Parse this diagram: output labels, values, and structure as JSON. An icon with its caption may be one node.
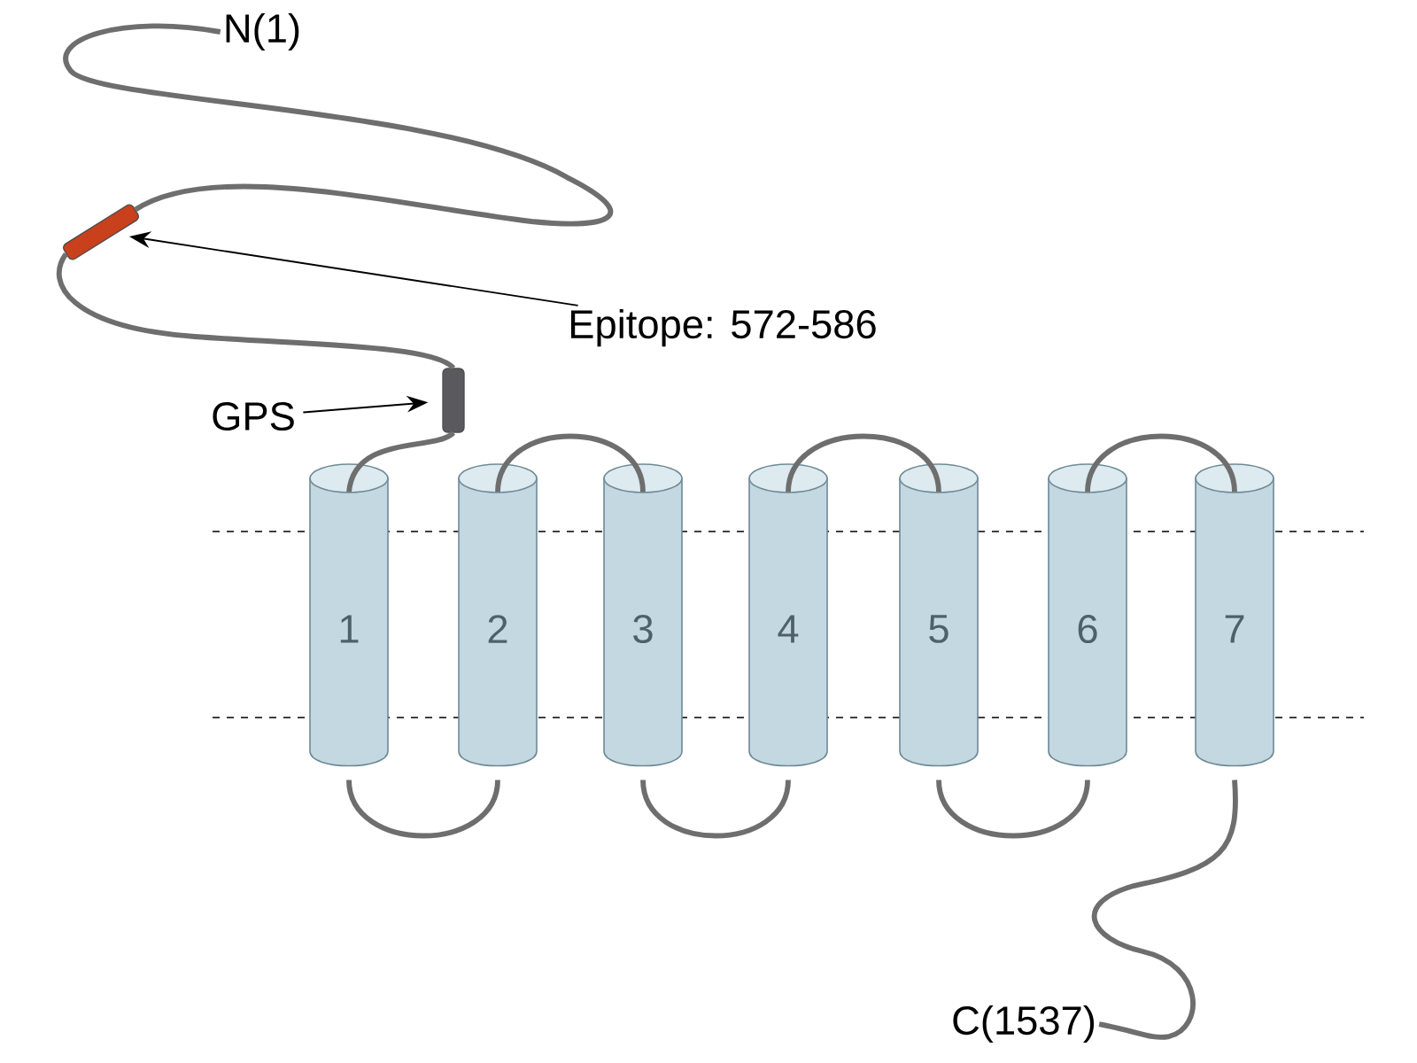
{
  "diagram": {
    "nodes": [
      {
        "text": [
          "N(1)"
        ]
      },
      {
        "text": [],
        "shape": "bar"
      },
      {
        "text": [
          "Epitope: 572-586"
        ]
      },
      {
        "text": [
          "GPS"
        ]
      },
      {
        "text": [],
        "shape": "bar"
      },
      {
        "text": [
          "1"
        ]
      },
      {
        "text": [
          "2"
        ]
      },
      {
        "text": [
          "3"
        ]
      },
      {
        "text": [
          "4"
        ]
      },
      {
        "text": [
          "5"
        ]
      },
      {
        "text": [
          "6"
        ]
      },
      {
        "text": [
          "7"
        ]
      },
      {
        "text": [
          "C(1537)"
        ]
      }
    ],
    "edges": [
      {
        "from": 0,
        "to": 1,
        "arrow": "none"
      },
      {
        "from": 1,
        "to": 4,
        "arrow": "none"
      },
      {
        "from": 4,
        "to": 5,
        "arrow": "none"
      },
      {
        "from": 5,
        "to": 6,
        "arrow": "none"
      },
      {
        "from": 6,
        "to": 7,
        "arrow": "none"
      },
      {
        "from": 7,
        "to": 8,
        "arrow": "none"
      },
      {
        "from": 8,
        "to": 9,
        "arrow": "none"
      },
      {
        "from": 9,
        "to": 10,
        "arrow": "none"
      },
      {
        "from": 10,
        "to": 11,
        "arrow": "none"
      },
      {
        "from": 11,
        "to": 12,
        "arrow": "none"
      },
      {
        "from": 2,
        "to": 1,
        "arrow": "to",
        "color": "#000000"
      },
      {
        "from": 3,
        "to": 4,
        "arrow": "to",
        "color": "#000000"
      }
    ]
  }
}
